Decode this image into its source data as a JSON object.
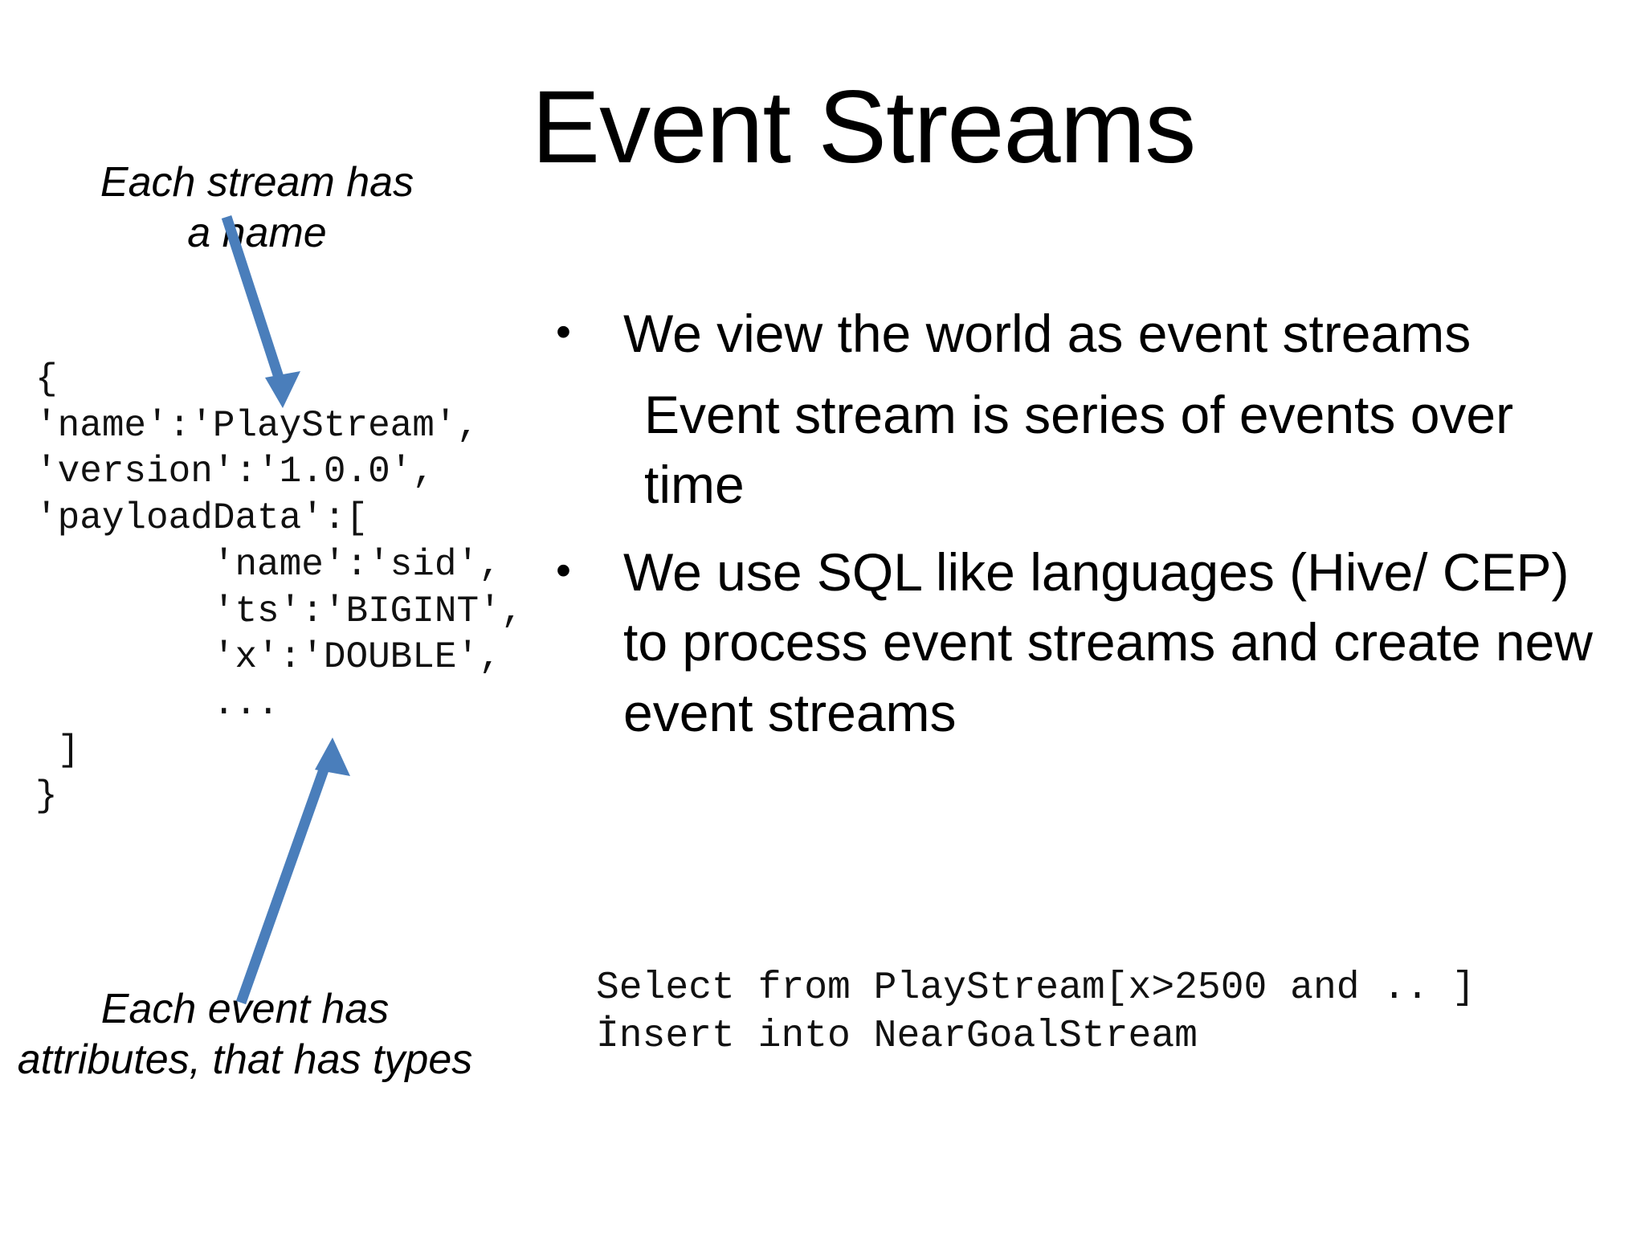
{
  "slide": {
    "title": "Event Streams",
    "background_color": "#ffffff",
    "accent_color": "#4a7ebb"
  },
  "annotations": {
    "top_left": "Each stream has a name",
    "bottom_left": "Each event has attributes, that has types"
  },
  "json_code": {
    "full_text": "{\n'name':'PlayStream',\n'version':'1.0.0',\n'payloadData':[\n        'name':'sid',\n        'ts':'BIGINT',\n        'x':'DOUBLE',\n        ...\n ]\n}",
    "lines": [
      "{",
      "'name':'PlayStream',",
      "'version':'1.0.0',",
      "'payloadData':[",
      "        'name':'sid',",
      "        'ts':'BIGINT',",
      "        'x':'DOUBLE',",
      "        ...",
      " ]",
      "}"
    ]
  },
  "bullets": [
    {
      "marker": "•",
      "text": "We view the world as event streams",
      "sub": "Event stream is series of events over time"
    },
    {
      "marker": "•",
      "text": "We use SQL like languages (Hive/ CEP) to process event streams and create new event streams",
      "sub": ""
    }
  ],
  "sql_code": {
    "full_text": "Select from PlayStream[x>2500 and .. ]\nİnsert into NearGoalStream",
    "lines": [
      "Select from PlayStream[x>2500 and .. ]",
      "İnsert into NearGoalStream"
    ]
  },
  "arrows": [
    {
      "name": "arrow-to-stream-name",
      "direction": "down-right",
      "color": "#4a7ebb"
    },
    {
      "name": "arrow-to-attributes",
      "direction": "up-right",
      "color": "#4a7ebb"
    }
  ]
}
